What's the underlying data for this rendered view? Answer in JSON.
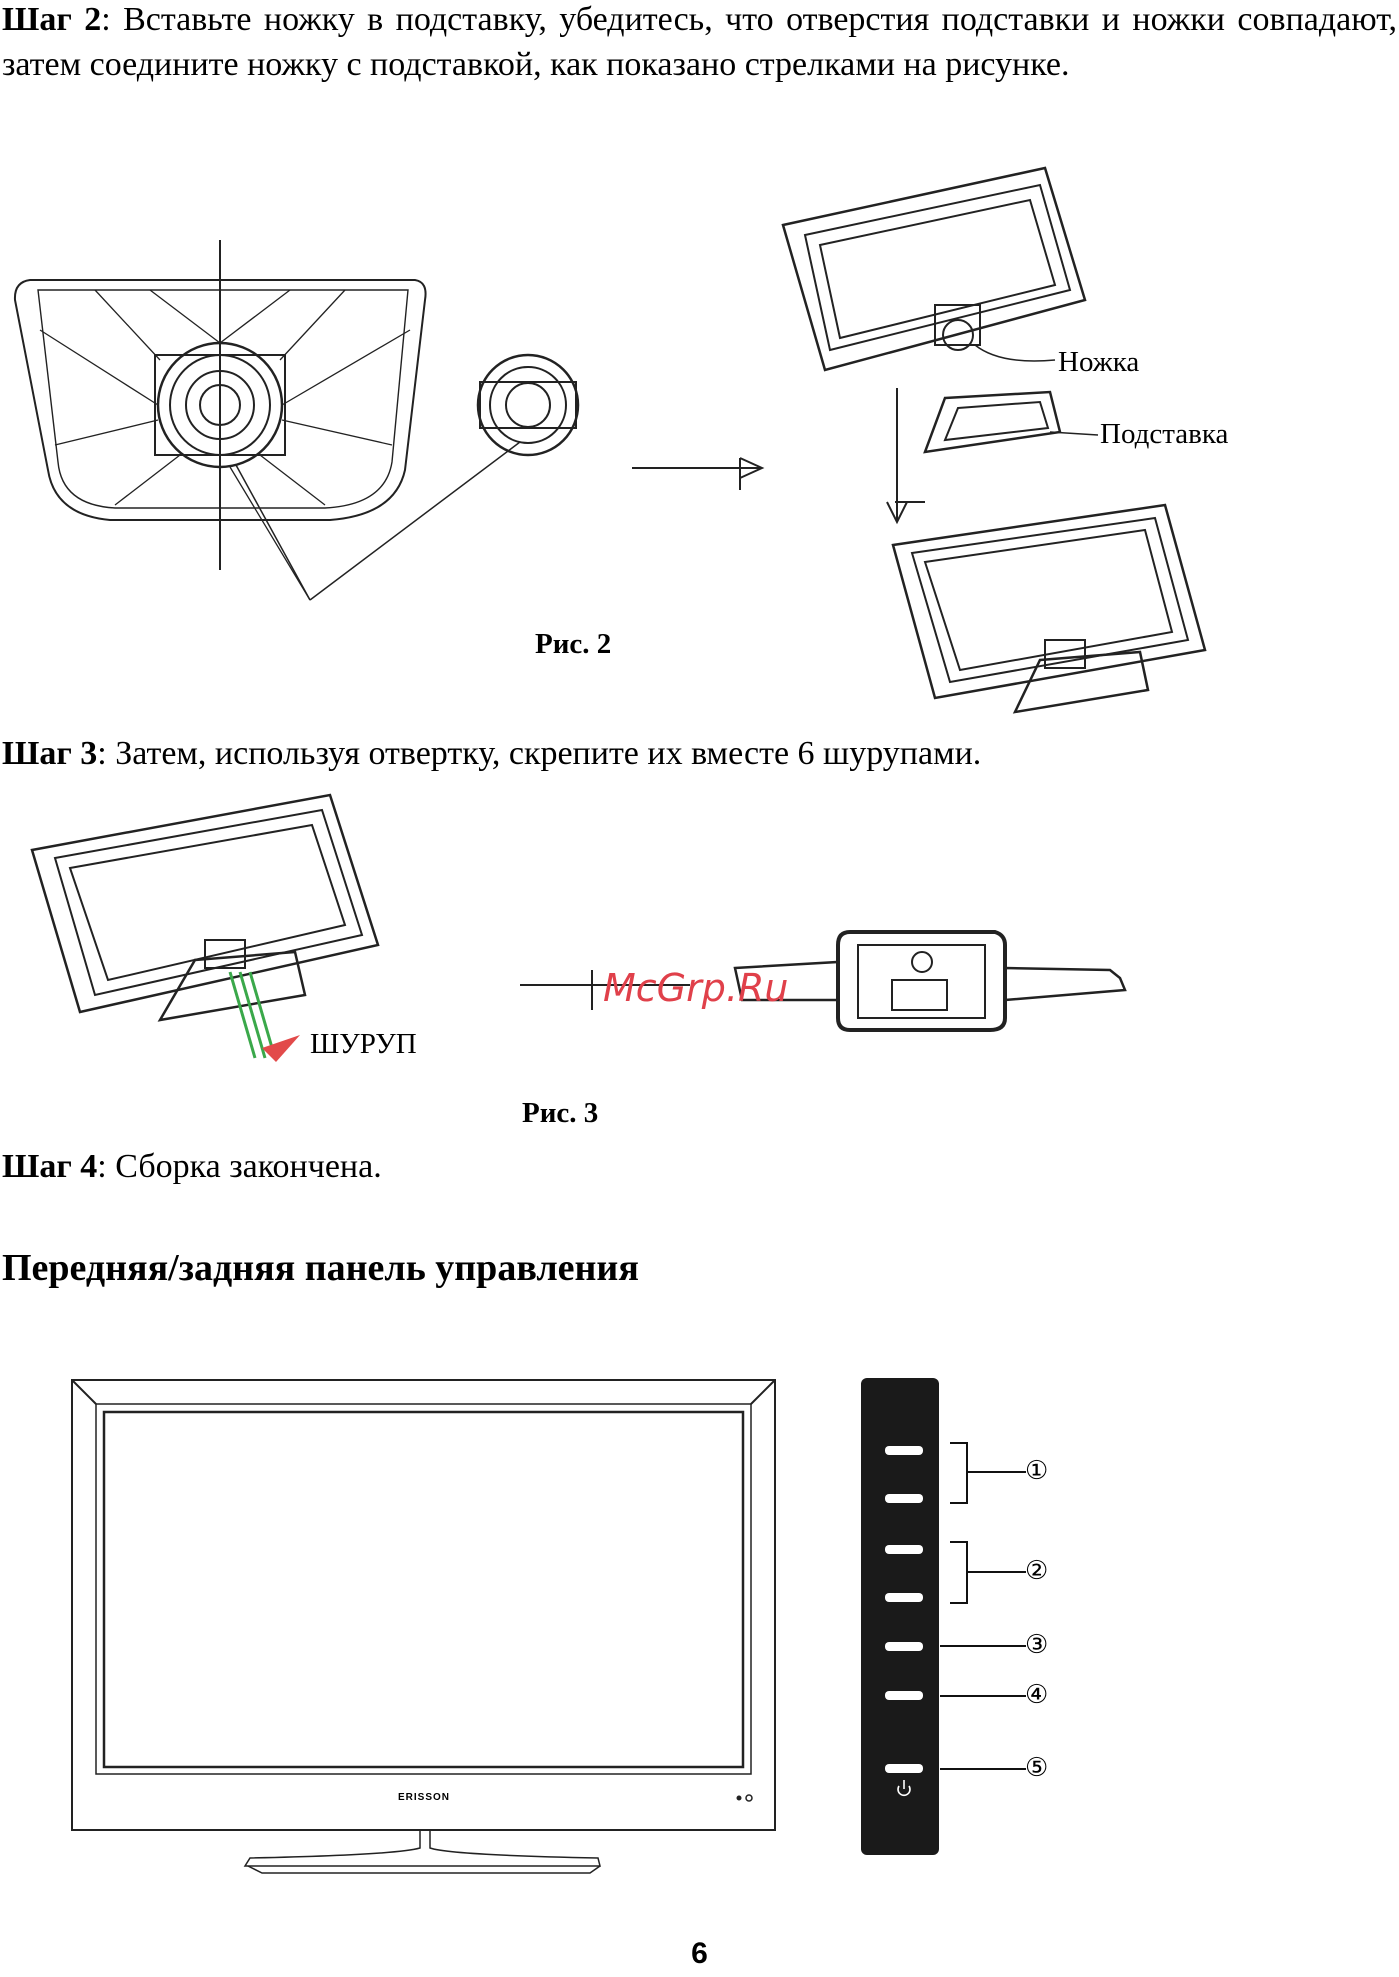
{
  "step2": {
    "label": "Шаг 2",
    "text": ": Вставьте ножку в подставку, убедитесь, что отверстия подставки и ножки совпадают, затем соедините ножку с подставкой, как показано стрелками на рисунке."
  },
  "figure2": {
    "caption": "Рис. 2",
    "label_leg": "Ножка",
    "label_base": "Подставка"
  },
  "step3": {
    "label": "Шаг 3",
    "text": ": Затем, используя отвертку, скрепите их вместе 6 шурупами."
  },
  "figure3": {
    "caption": "Рис. 3",
    "label_screw": "ШУРУП"
  },
  "step4": {
    "label": "Шаг 4",
    "text": ": Сборка закончена."
  },
  "section": {
    "heading": "Передняя/задняя панель управления"
  },
  "front_panel": {
    "brand": "ERISSON",
    "callouts": [
      "①",
      "②",
      "③",
      "④",
      "⑤"
    ]
  },
  "watermark": "McGrp.Ru",
  "page_number": "6"
}
